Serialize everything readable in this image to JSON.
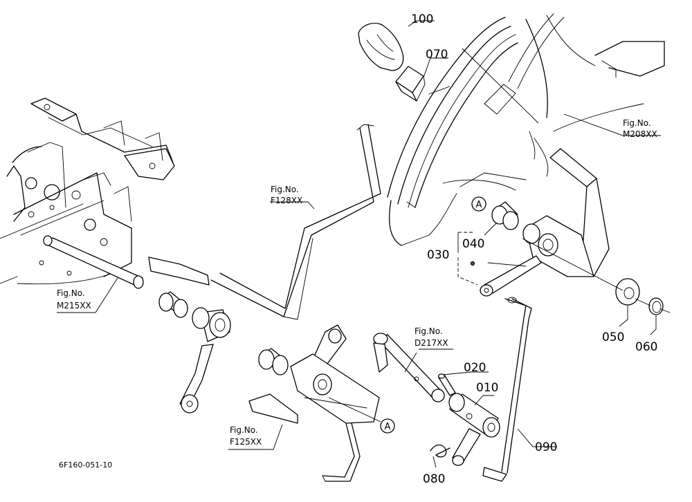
{
  "parts": {
    "p010": "010",
    "p020": "020",
    "p030": "030",
    "p040": "040",
    "p050": "050",
    "p060": "060",
    "p070": "070",
    "p080": "080",
    "p090": "090",
    "p100": "100"
  },
  "callouts": {
    "a_upper": "A",
    "a_lower": "A"
  },
  "figure_refs": {
    "fig_label": "Fig.No.",
    "m208": "M208XX",
    "f128": "F128XX",
    "m215": "M215XX",
    "d217": "D217XX",
    "f125": "F125XX"
  },
  "drawing_code": "6F160-051-10"
}
